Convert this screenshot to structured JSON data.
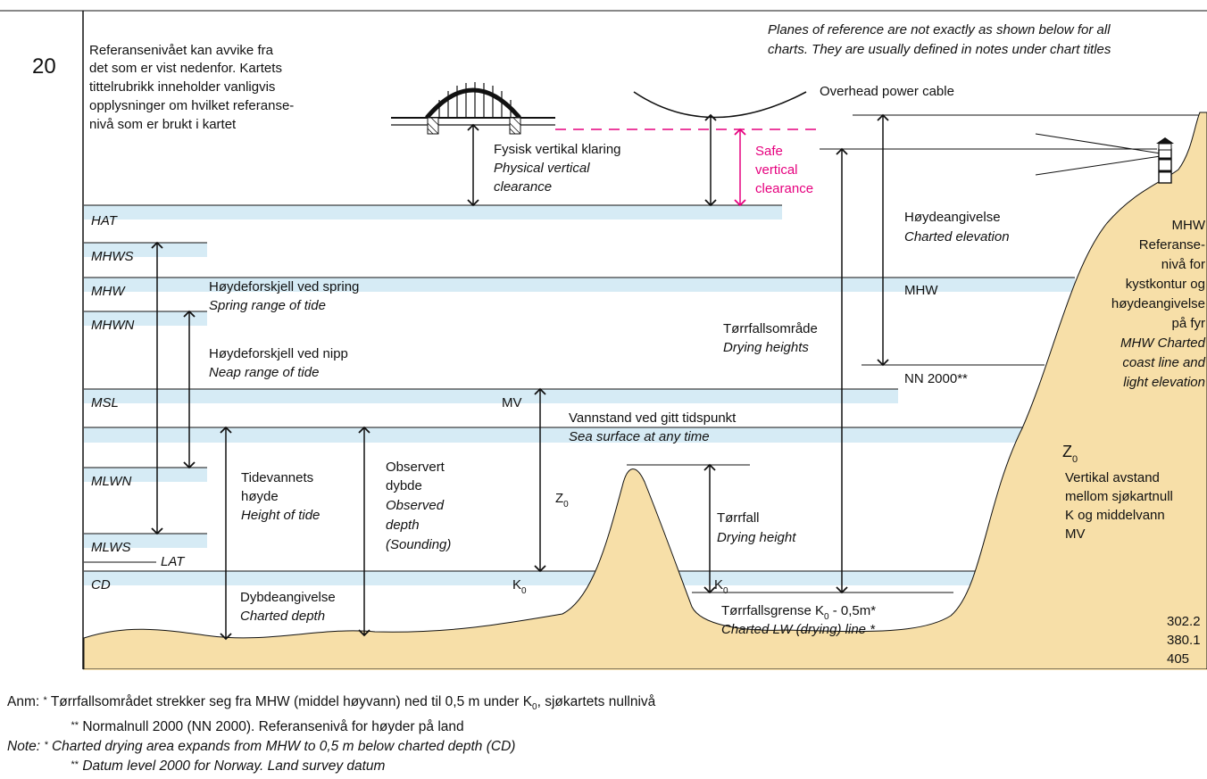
{
  "page_number": "20",
  "intro_no": [
    "Referansenivået kan avvike fra",
    "det som er vist nedenfor. Kartets",
    "tittelrubrikk inneholder vanligvis",
    "opplysninger om hvilket referanse-",
    "nivå som er brukt i kartet"
  ],
  "intro_en": [
    "Planes of reference are not exactly as shown below for all",
    "charts. They are usually defined in notes under chart titles"
  ],
  "levels": {
    "hat": "HAT",
    "mhws": "MHWS",
    "mhw": "MHW",
    "mhwn": "MHWN",
    "msl": "MSL",
    "mlwn": "MLWN",
    "mlws": "MLWS",
    "lat": "LAT",
    "cd": "CD"
  },
  "labels": {
    "power_cable": "Overhead power cable",
    "phys_clear_no": "Fysisk vertikal klaring",
    "phys_clear_en1": "Physical vertical",
    "phys_clear_en2": "clearance",
    "safe1": "Safe",
    "safe2": "vertical",
    "safe3": "clearance",
    "elev_no": "Høydeangivelse",
    "elev_en": "Charted elevation",
    "mhw_right": "MHW",
    "drying_no": "Tørrfallsområde",
    "drying_en": "Drying heights",
    "nn2000": "NN 2000**",
    "spring_no": "Høydeforskjell ved spring",
    "spring_en": "Spring range of tide",
    "neap_no": "Høydeforskjell ved nipp",
    "neap_en": "Neap range of tide",
    "mv": "MV",
    "sea_no": "Vannstand ved gitt tidspunkt",
    "sea_en": "Sea surface at any time",
    "tide1": "Tidevannets",
    "tide2": "høyde",
    "tide3": "Height of tide",
    "obs1": "Observert",
    "obs2": "dybde",
    "obs3": "Observed",
    "obs4": "depth",
    "obs5": "(Sounding)",
    "z0": "Z",
    "z0_sub": "0",
    "k0": "K",
    "k0_sub": "0",
    "dry_h_no": "Tørrfall",
    "dry_h_en": "Drying height",
    "depth_no": "Dybdeangivelse",
    "depth_en": "Charted depth",
    "dry_line_no_a": "Tørrfallsgrense K",
    "dry_line_no_sub": "0",
    "dry_line_no_b": " - 0,5m*",
    "dry_line_en": "Charted LW (drying) line *",
    "mhw_ref1": "MHW",
    "mhw_ref2": "Referanse-",
    "mhw_ref3": "nivå for",
    "mhw_ref4": "kystkontur og",
    "mhw_ref5": "høydeangivelse",
    "mhw_ref6": "på fyr",
    "mhw_ref7": "MHW Charted",
    "mhw_ref8": "coast line and",
    "mhw_ref9": "light elevation",
    "z0_big": "Z",
    "z0_big_sub": "0",
    "z0_desc1": "Vertikal avstand",
    "z0_desc2": "mellom sjøkartnull",
    "z0_desc3": "K og middelvann",
    "z0_desc4": "MV",
    "ref1": "302.2",
    "ref2": "380.1",
    "ref3": "405"
  },
  "notes": {
    "anm_lead": "Anm:",
    "anm1_a": "Tørrfallsområdet strekker seg fra MHW (middel høyvann) ned til 0,5 m under K",
    "anm1_sub": "0",
    "anm1_b": ", sjøkartets nullnivå",
    "anm2": "Normalnull 2000 (NN 2000). Referansenivå for høyder på land",
    "note_lead": "Note:",
    "note1": "Charted drying area expands from MHW to 0,5 m below charted depth (CD)",
    "note2": "Datum level 2000 for Norway. Land survey datum"
  },
  "colors": {
    "land": "#f7dfa8",
    "water_band": "#d6ebf5",
    "magenta": "#e6007e"
  }
}
